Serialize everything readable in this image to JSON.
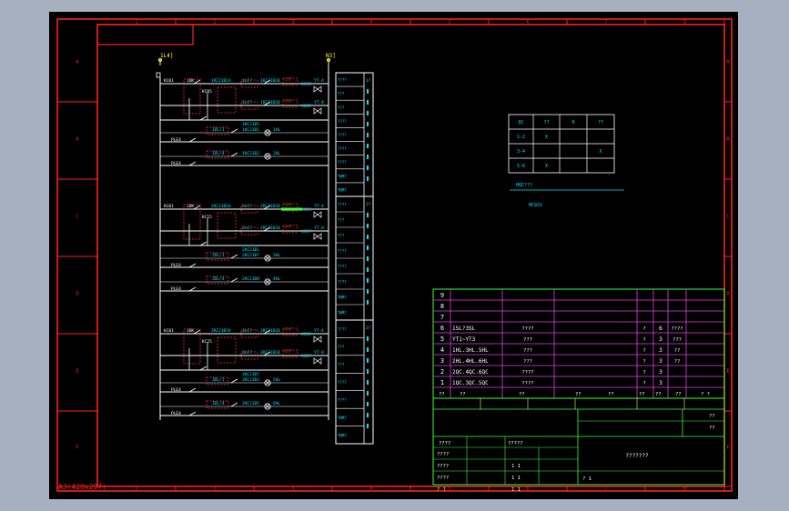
{
  "sheet": {
    "format_label": "A3(420x297)",
    "col_numbers": [
      "1",
      "2",
      "3",
      "4",
      "5",
      "6",
      "7",
      "8"
    ],
    "row_letters": [
      "A",
      "B",
      "C",
      "D",
      "E",
      "F"
    ]
  },
  "bus": {
    "left": "1L4]",
    "right": "N3]"
  },
  "groups": [
    {
      "upper": {
        "kc": "KC01",
        "sw1": "1DK",
        "kc2": "KC05",
        "relay": "1RC21B1A",
        "coil1": "1LC?",
        "kc3": "1KC21B1B",
        "yt": "1YT",
        "ctl": "KC03",
        "yt_out": "YT-4"
      },
      "lower": {
        "relay": "1RC21B1B",
        "coil": "1LC?",
        "yt": "2YT",
        "ctl": "KC07",
        "yt_out": "YT-8"
      },
      "kc_main": "1KC21B5",
      "rows": [
        {
          "ple": "PLE4",
          "ind": "1DL/1",
          "kc": "1KC21B1",
          "lamp": "1HL"
        },
        {
          "ple": "PLE4",
          "ind": "1DL/4",
          "kc": "1KC21B2",
          "lamp": "2HL"
        }
      ]
    },
    {
      "upper": {
        "kc": "KC01",
        "sw1": "2DK",
        "kc2": "KC15",
        "relay": "2KC21B5A",
        "coil1": "2LC?",
        "kc3": "2RC21B1B",
        "yt": "3YT",
        "ctl": "KC23",
        "yt_out": "YT-4"
      },
      "lower": {
        "relay": "2RC21B1B",
        "coil": "2LC?",
        "yt": "4YT",
        "ctl": "KC17",
        "yt_out": "YT-8"
      },
      "kc_main": "2KC21B1",
      "rows": [
        {
          "ple": "PLE4",
          "ind": "2DL/1",
          "kc": "2KC21B7",
          "lamp": "3HL"
        },
        {
          "ple": "PLE4",
          "ind": "2DL/4",
          "kc": "2KC21B8",
          "lamp": "4HL"
        }
      ]
    },
    {
      "upper": {
        "kc": "KC01",
        "sw1": "3DK",
        "kc2": "KC25",
        "relay": "3RC21B5A",
        "coil1": "3LC?",
        "kc3": "3RC21B1B",
        "yt": "5YT",
        "ctl": "KC33",
        "yt_out": "YT-4"
      },
      "lower": {
        "relay": "3RC21B1B",
        "coil": "3LC?",
        "yt": "6YT",
        "ctl": "KC27",
        "yt_out": "YT-8"
      },
      "kc_main": "3KC21B7",
      "rows": [
        {
          "ple": "PLE4",
          "ind": "3DL/1",
          "kc": "3KC21B3",
          "lamp": "5HL"
        },
        {
          "ple": "PLE4",
          "ind": "3DL/4",
          "kc": "3KC21B5",
          "lamp": "6HL"
        }
      ]
    }
  ],
  "right_panel": {
    "groups": [
      {
        "cells": [
          "????",
          "???",
          "???",
          "????",
          "????",
          "????",
          "????",
          "TWM?",
          "TWM?"
        ],
        "side": "1?"
      },
      {
        "cells": [
          "????",
          "???",
          "???",
          "????",
          "????",
          "????",
          "TWM?",
          "TWM?"
        ],
        "side": "2?"
      },
      {
        "cells": [
          "????",
          "???",
          "???",
          "????",
          "????",
          "TWM?",
          "TWM?"
        ],
        "side": "3?"
      }
    ]
  },
  "switch_table": {
    "header": [
      "QC",
      "??",
      "0",
      "??"
    ],
    "rows": [
      {
        "label": "1-2",
        "marks": [
          "X",
          "",
          ""
        ]
      },
      {
        "label": "3-4",
        "marks": [
          "",
          "",
          "X"
        ]
      },
      {
        "label": "5-6",
        "marks": [
          "X",
          "",
          ""
        ]
      }
    ],
    "caption": "HQC???",
    "model": "HC921"
  },
  "bom": {
    "rows": [
      {
        "no": "9",
        "code": "",
        "name": "",
        "spec": "",
        "qty": "",
        "unit": "",
        "note": ""
      },
      {
        "no": "8",
        "code": "",
        "name": "",
        "spec": "",
        "qty": "",
        "unit": "",
        "note": ""
      },
      {
        "no": "7",
        "code": "",
        "name": "",
        "spec": "",
        "qty": "",
        "unit": "",
        "note": ""
      },
      {
        "no": "6",
        "code": "1SL?3SL",
        "name": "????",
        "spec": "?",
        "qty": "6",
        "unit": "????",
        "note": ""
      },
      {
        "no": "5",
        "code": "YT1~YT3",
        "name": "???",
        "spec": "?",
        "qty": "3",
        "unit": "???",
        "note": ""
      },
      {
        "no": "4",
        "code": "1HL.3HL.5HL",
        "name": "???",
        "spec": "?",
        "qty": "3",
        "unit": "??",
        "note": ""
      },
      {
        "no": "3",
        "code": "2HL.4HL.6HL",
        "name": "???",
        "spec": "?",
        "qty": "3",
        "unit": "??",
        "note": ""
      },
      {
        "no": "2",
        "code": "2QC.4QC.6QC",
        "name": "????",
        "spec": "?",
        "qty": "3",
        "unit": "",
        "note": ""
      },
      {
        "no": "1",
        "code": "1QC.3QC.5QC",
        "name": "????",
        "spec": "?",
        "qty": "3",
        "unit": "",
        "note": ""
      }
    ],
    "header": [
      "??",
      "??",
      "??",
      "??",
      "??",
      "??",
      "??",
      "??",
      "? ?"
    ]
  },
  "title_block": {
    "right_top": [
      "??",
      "??"
    ],
    "mid_left": [
      "????",
      "?????"
    ],
    "labels": [
      "????",
      "????",
      "????",
      "?   ?"
    ],
    "values": [
      "1   1",
      "1   1",
      "1   1"
    ],
    "drawing_name": "???????",
    "sheet": "?   1"
  }
}
